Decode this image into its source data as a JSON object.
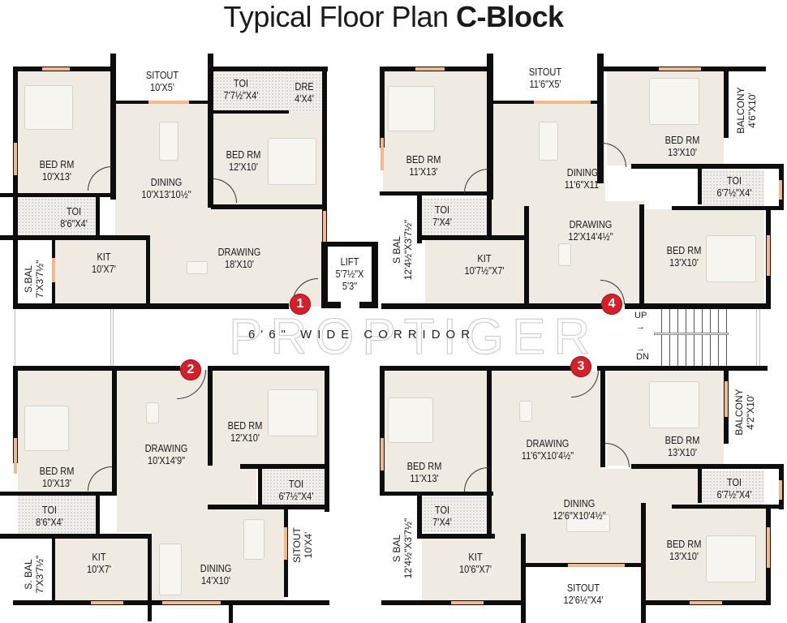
{
  "title": {
    "light": "Typical Floor Plan ",
    "bold": "C-Block"
  },
  "corridor": {
    "label": "6'6\" WIDE CORRIDOR",
    "watermark": "PROPTIGER"
  },
  "stairs": {
    "up": "UP",
    "down": "DN"
  },
  "lift": {
    "name": "LIFT",
    "size_line1": "5'7½\"X",
    "size_line2": "5'3\""
  },
  "units": [
    {
      "number": "1",
      "rooms": [
        {
          "name": "SITOUT",
          "size": "10'X5'"
        },
        {
          "name": "TOI",
          "size": "7'7½\"X4'"
        },
        {
          "name": "DRE",
          "size": "4'X4'"
        },
        {
          "name": "BED RM",
          "size": "10'X13'"
        },
        {
          "name": "DINING",
          "size": "10'X13'10½\""
        },
        {
          "name": "BED RM",
          "size": "12'X10'"
        },
        {
          "name": "TOI",
          "size": "8'6\"X4'"
        },
        {
          "name": "KIT",
          "size": "10'X7'"
        },
        {
          "name": "DRAWING",
          "size": "18'X10'"
        },
        {
          "name": "S.BAL",
          "size": "7'X3'7½\""
        }
      ]
    },
    {
      "number": "2",
      "rooms": [
        {
          "name": "BED RM",
          "size": "10'X13'"
        },
        {
          "name": "DRAWING",
          "size": "10'X14'9\""
        },
        {
          "name": "BED RM",
          "size": "12'X10'"
        },
        {
          "name": "TOI",
          "size": "6'7½\"X4'"
        },
        {
          "name": "TOI",
          "size": "8'6\"X4'"
        },
        {
          "name": "KIT",
          "size": "10'X7'"
        },
        {
          "name": "DINING",
          "size": "14'X10'"
        },
        {
          "name": "SITOUT",
          "size": "10'X4'"
        },
        {
          "name": "S. BAL",
          "size": "7'X3'7½\""
        }
      ]
    },
    {
      "number": "3",
      "rooms": [
        {
          "name": "BED RM",
          "size": "11'X13'"
        },
        {
          "name": "DRAWING",
          "size": "11'6\"X10'4½\""
        },
        {
          "name": "BED RM",
          "size": "13'X10'"
        },
        {
          "name": "BALCONY",
          "size": "4'2\"X10'"
        },
        {
          "name": "TOI",
          "size": "6'7½\"X4'"
        },
        {
          "name": "DINING",
          "size": "12'6\"X10'4½\""
        },
        {
          "name": "TOI",
          "size": "7'X4'"
        },
        {
          "name": "KIT",
          "size": "10'6\"X7'"
        },
        {
          "name": "BED RM",
          "size": "13'X10'"
        },
        {
          "name": "SITOUT",
          "size": "12'6½\"X4'"
        },
        {
          "name": "S BAL",
          "size": "12'4½\"X3'7½\""
        }
      ]
    },
    {
      "number": "4",
      "rooms": [
        {
          "name": "SITOUT",
          "size": "11'6\"X5'"
        },
        {
          "name": "BED RM",
          "size": "11'X13'"
        },
        {
          "name": "DINING",
          "size": "11'6\"X11'"
        },
        {
          "name": "BED RM",
          "size": "13'X10'"
        },
        {
          "name": "BALCONY",
          "size": "4'6\"X10'"
        },
        {
          "name": "TOI",
          "size": "6'7½\"X4'"
        },
        {
          "name": "TOI",
          "size": "7'X4'"
        },
        {
          "name": "DRAWING",
          "size": "12'X14'4½\""
        },
        {
          "name": "KIT",
          "size": "10'7½\"X7'"
        },
        {
          "name": "BED RM",
          "size": "13'X10'"
        },
        {
          "name": "S BAL",
          "size": "12'4½\"X3'7½\""
        }
      ]
    }
  ],
  "colors": {
    "room_fill": "#efebe3",
    "wall": "#0d0d0d",
    "window": "#f1b98c",
    "badge": "#d4202a"
  }
}
